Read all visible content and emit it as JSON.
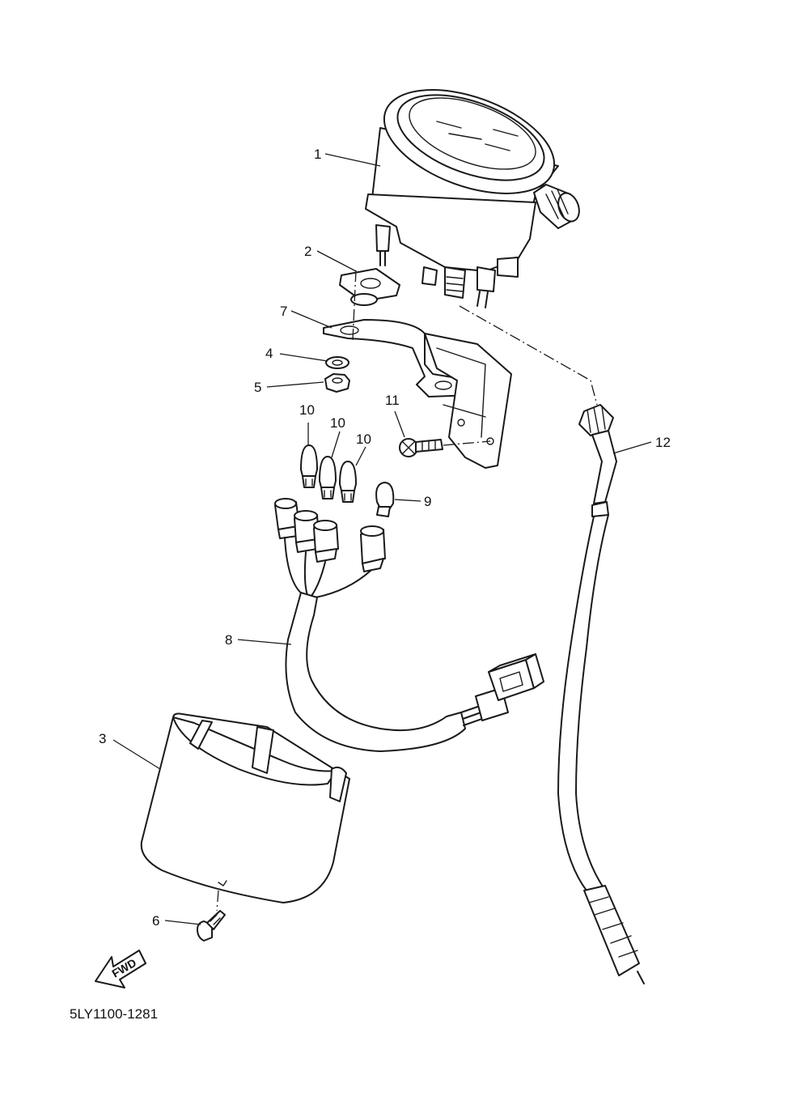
{
  "diagram_code": "5LY1100-1281",
  "direction_label": "FWD",
  "callouts": [
    {
      "id": "1",
      "text": "1"
    },
    {
      "id": "2",
      "text": "2"
    },
    {
      "id": "3",
      "text": "3"
    },
    {
      "id": "4",
      "text": "4"
    },
    {
      "id": "5",
      "text": "5"
    },
    {
      "id": "6",
      "text": "6"
    },
    {
      "id": "7",
      "text": "7"
    },
    {
      "id": "8",
      "text": "8"
    },
    {
      "id": "9",
      "text": "9"
    },
    {
      "id": "10a",
      "text": "10"
    },
    {
      "id": "10b",
      "text": "10"
    },
    {
      "id": "10c",
      "text": "10"
    },
    {
      "id": "11",
      "text": "11"
    },
    {
      "id": "12",
      "text": "12"
    }
  ]
}
